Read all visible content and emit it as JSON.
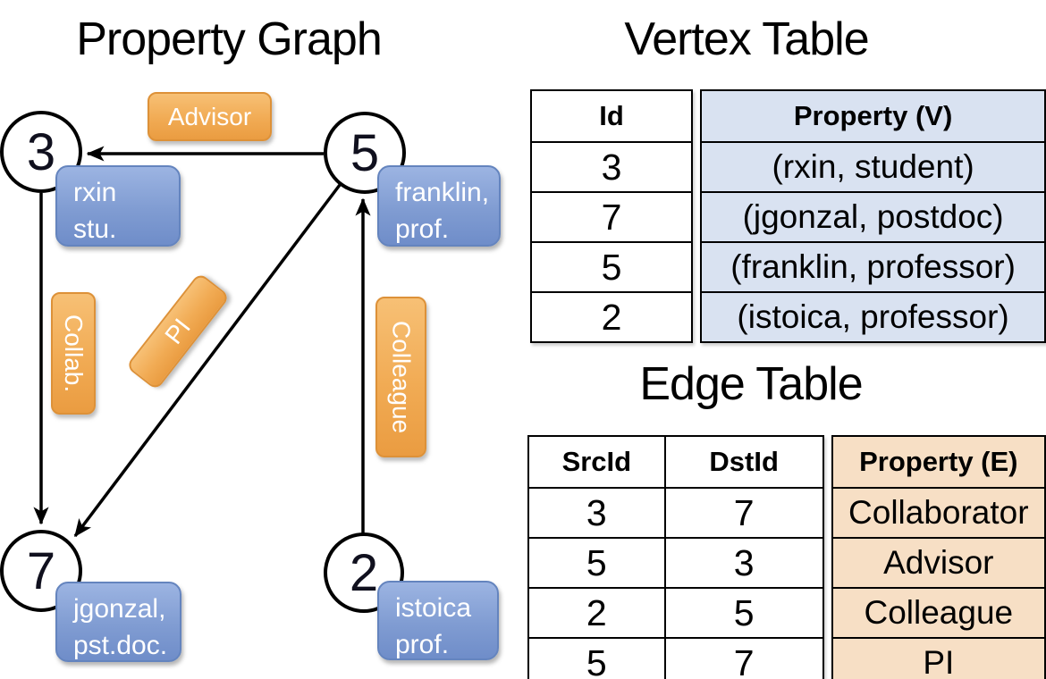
{
  "graph_panel": {
    "title": "Property Graph",
    "nodes": [
      {
        "id": "3",
        "property": "rxin\nstu."
      },
      {
        "id": "5",
        "property": "franklin,\nprof."
      },
      {
        "id": "7",
        "property": "jgonzal,\npst.doc."
      },
      {
        "id": "2",
        "property": "istoica\nprof."
      }
    ],
    "edge_labels": {
      "advisor": "Advisor",
      "collab": "Collab.",
      "pi": "PI",
      "colleague": "Colleague"
    }
  },
  "vertex_table": {
    "title": "Vertex Table",
    "headers": {
      "id": "Id",
      "property": "Property (V)"
    },
    "rows": [
      [
        "3",
        "(rxin, student)"
      ],
      [
        "7",
        "(jgonzal, postdoc)"
      ],
      [
        "5",
        "(franklin, professor)"
      ],
      [
        "2",
        "(istoica, professor)"
      ]
    ]
  },
  "edge_table": {
    "title": "Edge Table",
    "headers": {
      "src": "SrcId",
      "dst": "DstId",
      "property": "Property (E)"
    },
    "rows": [
      [
        "3",
        "7",
        "Collaborator"
      ],
      [
        "5",
        "3",
        "Advisor"
      ],
      [
        "2",
        "5",
        "Colleague"
      ],
      [
        "5",
        "7",
        "PI"
      ]
    ]
  },
  "colors": {
    "edge_label_orange": "#f1ab54",
    "vertex_box_blue": "#809cd2",
    "vertex_table_fill": "#d9e2f1",
    "edge_table_fill": "#f7dfc5",
    "line_black": "#000000"
  }
}
